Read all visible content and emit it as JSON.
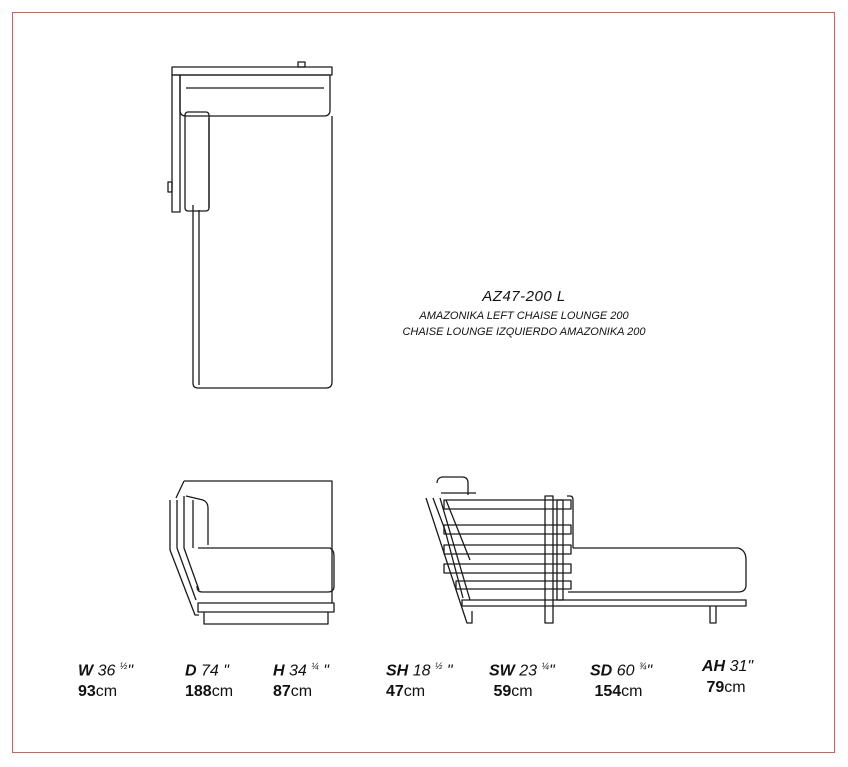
{
  "product": {
    "code": "AZ47-200 L",
    "name_en": "AMAZONIKA LEFT CHAISE LOUNGE 200",
    "name_es": "CHAISE LOUNGE IZQUIERDO AMAZONIKA 200"
  },
  "dimensions": [
    {
      "key": "W",
      "whole": "36",
      "frac": "½",
      "inch": "\"",
      "cm": "93",
      "unit": "cm"
    },
    {
      "key": "D",
      "whole": "74",
      "frac": "",
      "inch": " \"",
      "cm": "188",
      "unit": "cm"
    },
    {
      "key": "H",
      "whole": "34",
      "frac": "¼",
      "inch": " \"",
      "cm": "87",
      "unit": "cm"
    },
    {
      "key": "SH",
      "whole": "18",
      "frac": "½",
      "inch": " \"",
      "cm": "47",
      "unit": "cm"
    },
    {
      "key": "SW",
      "whole": "23",
      "frac": "¼",
      "inch": "\"",
      "cm": "59",
      "unit": "cm"
    },
    {
      "key": "SD",
      "whole": "60",
      "frac": "¾",
      "inch": "\"",
      "cm": "154",
      "unit": "cm"
    },
    {
      "key": "AH",
      "whole": "31",
      "frac": "",
      "inch": "\"",
      "cm": "79",
      "unit": "cm"
    }
  ],
  "colors": {
    "frame": "#e05a5a",
    "line": "#1a1a1a"
  }
}
